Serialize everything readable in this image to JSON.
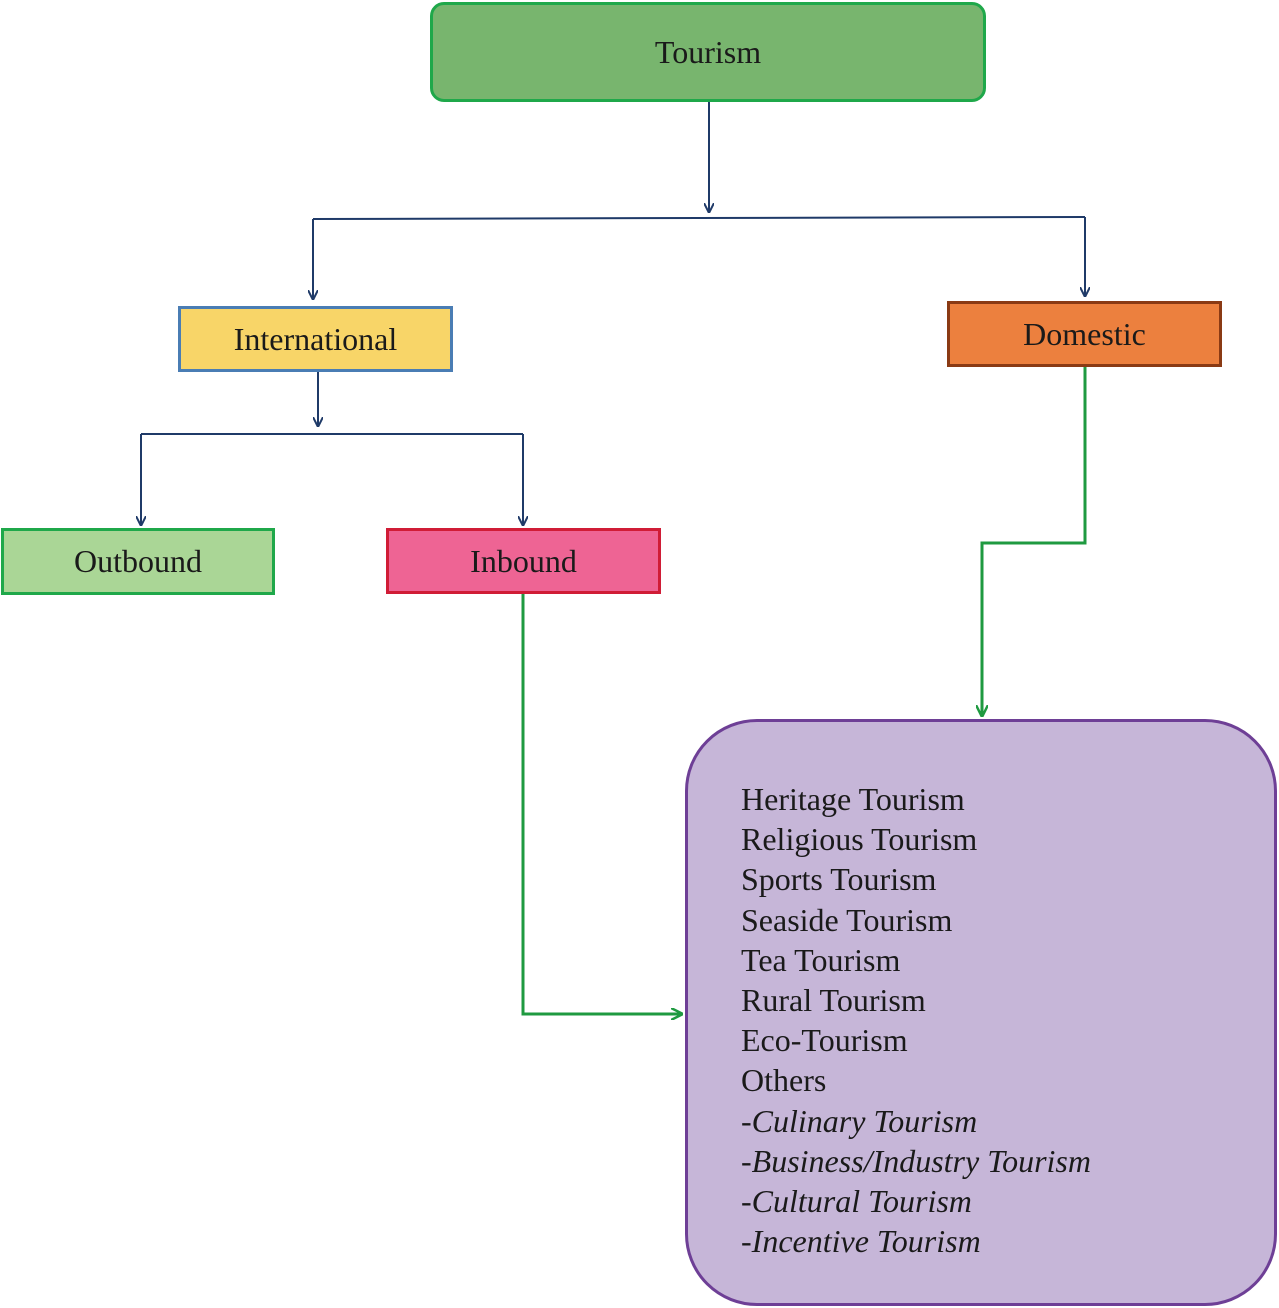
{
  "nodes": {
    "tourism": "Tourism",
    "international": "International",
    "domestic": "Domestic",
    "outbound": "Outbound",
    "inbound": "Inbound"
  },
  "types": {
    "items": [
      "Heritage Tourism",
      "Religious Tourism",
      "Sports Tourism",
      "Seaside Tourism",
      "Tea Tourism",
      "Rural Tourism",
      "Eco-Tourism",
      "Others"
    ],
    "others_subitems": [
      "-Culinary Tourism",
      "-Business/Industry Tourism",
      "-Cultural Tourism",
      "-Incentive Tourism"
    ]
  },
  "colors": {
    "tree_connector": "#1f3a68",
    "flow_connector": "#1f9a40"
  }
}
